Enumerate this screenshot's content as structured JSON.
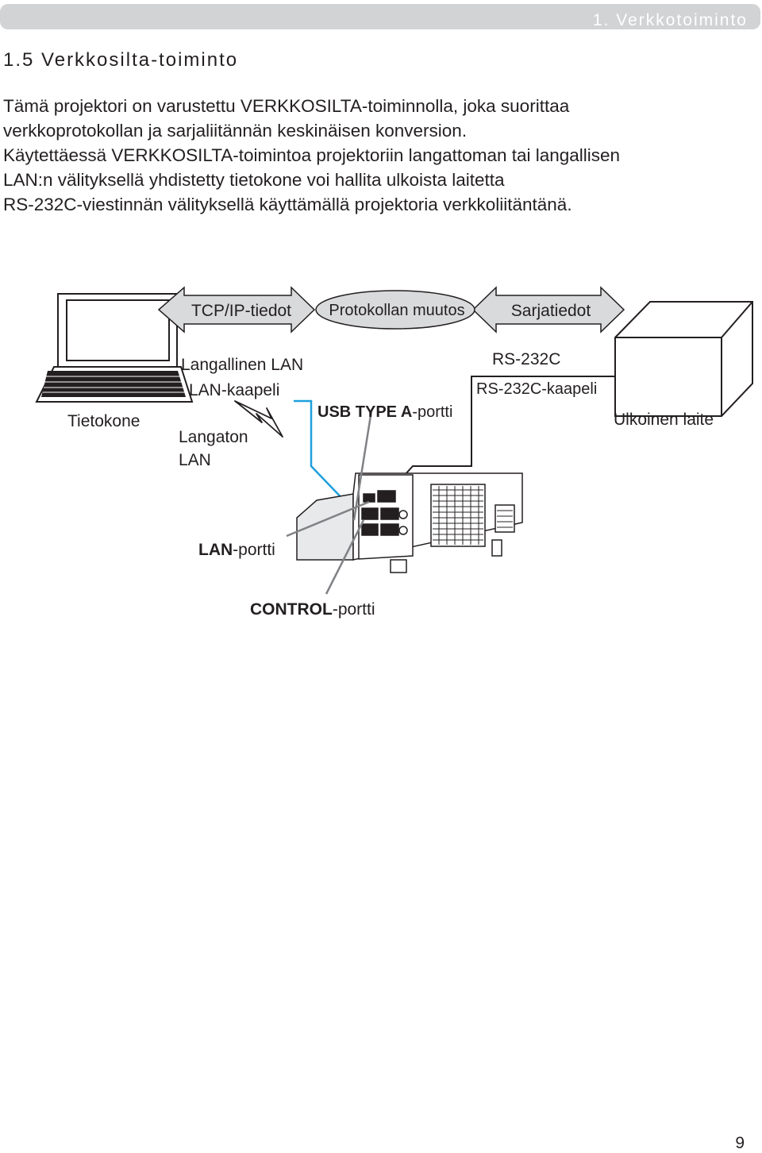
{
  "header": {
    "chapter": "1. Verkkotoiminto"
  },
  "section": {
    "title": "1.5 Verkkosilta-toiminto"
  },
  "paragraph": [
    "Tämä projektori on varustettu VERKKOSILTA-toiminnolla, joka suorittaa",
    "verkkoprotokollan ja sarjaliitännän keskinäisen konversion.",
    "Käytettäessä VERKKOSILTA-toimintoa projektoriin langattoman tai langallisen",
    "LAN:n välityksellä yhdistetty tietokone voi hallita ulkoista laitetta",
    "RS-232C-viestinnän välityksellä käyttämällä projektoria verkkoliitäntänä."
  ],
  "diagram": {
    "tcp_ip": "TCP/IP-tiedot",
    "protocol_conversion": "Protokollan muutos",
    "serial_data": "Sarjatiedot",
    "computer": "Tietokone",
    "wired_lan": "Langallinen LAN",
    "lan_cable": "LAN-kaapeli",
    "wireless_lan_1": "Langaton",
    "wireless_lan_2": "LAN",
    "usb_bold": "USB TYPE A",
    "usb_rest": "-portti",
    "rs232c": "RS-232C",
    "rs232c_cable": "RS-232C-kaapeli",
    "external_device": "Ulkoinen laite",
    "lan_port_bold": "LAN",
    "lan_port_rest": "-portti",
    "control_port_bold": "CONTROL",
    "control_port_rest": "-portti",
    "colors": {
      "cable": "#1ea0dc",
      "arrow_fill": "#d9dadc"
    }
  },
  "footer": {
    "page_number": "9"
  }
}
